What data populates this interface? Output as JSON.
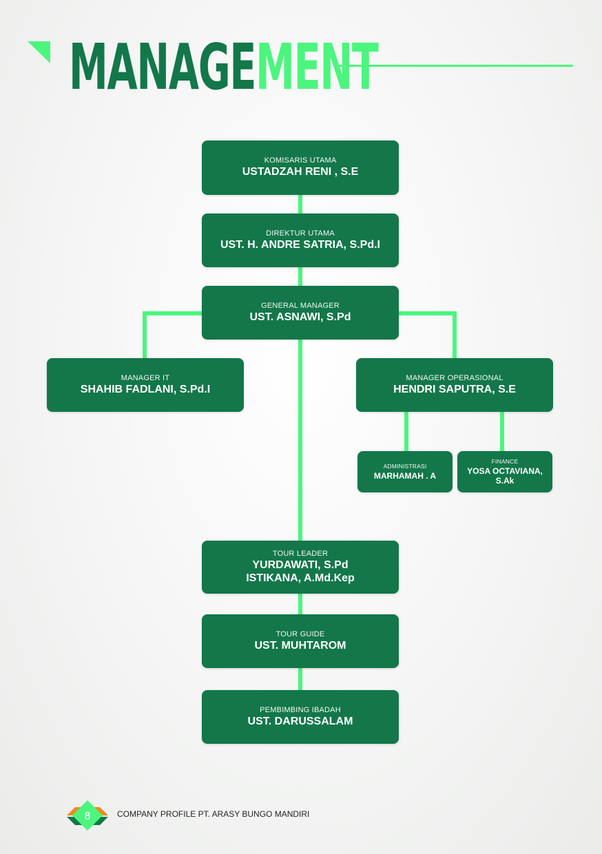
{
  "header": {
    "title_part1": "MANAGE",
    "title_part2": "MENT"
  },
  "chart": [
    {
      "id": "komisaris",
      "role": "KOMISARIS UTAMA",
      "name": "USTADZAH RENI , S.E"
    },
    {
      "id": "direktur",
      "role": "DIREKTUR UTAMA",
      "name": "UST. H. ANDRE SATRIA, S.Pd.I"
    },
    {
      "id": "gm",
      "role": "GENERAL MANAGER",
      "name": "UST. ASNAWI, S.Pd"
    },
    {
      "id": "it",
      "role": "MANAGER IT",
      "name": "SHAHIB FADLANI, S.Pd.I"
    },
    {
      "id": "ops",
      "role": "MANAGER OPERASIONAL",
      "name": "HENDRI SAPUTRA, S.E"
    },
    {
      "id": "admin",
      "role": "ADMINISTRASI",
      "name": "MARHAMAH . A"
    },
    {
      "id": "finance",
      "role": "FINANCE",
      "name": "YOSA OCTAVIANA, S.Ak"
    },
    {
      "id": "leader",
      "role": "TOUR LEADER",
      "name": "YURDAWATI, S.Pd",
      "name2": "ISTIKANA, A.Md.Kep"
    },
    {
      "id": "guide",
      "role": "TOUR GUIDE",
      "name": "UST. MUHTAROM"
    },
    {
      "id": "ibadah",
      "role": "PEMBIMBING IBADAH",
      "name": "UST. DARUSSALAM"
    }
  ],
  "footer": {
    "page": "8",
    "text": "COMPANY PROFILE PT. ARASY BUNGO MANDIRI"
  },
  "colors": {
    "dark": "#13774a",
    "light": "#4cf57e",
    "orange": "#f08a1c"
  }
}
